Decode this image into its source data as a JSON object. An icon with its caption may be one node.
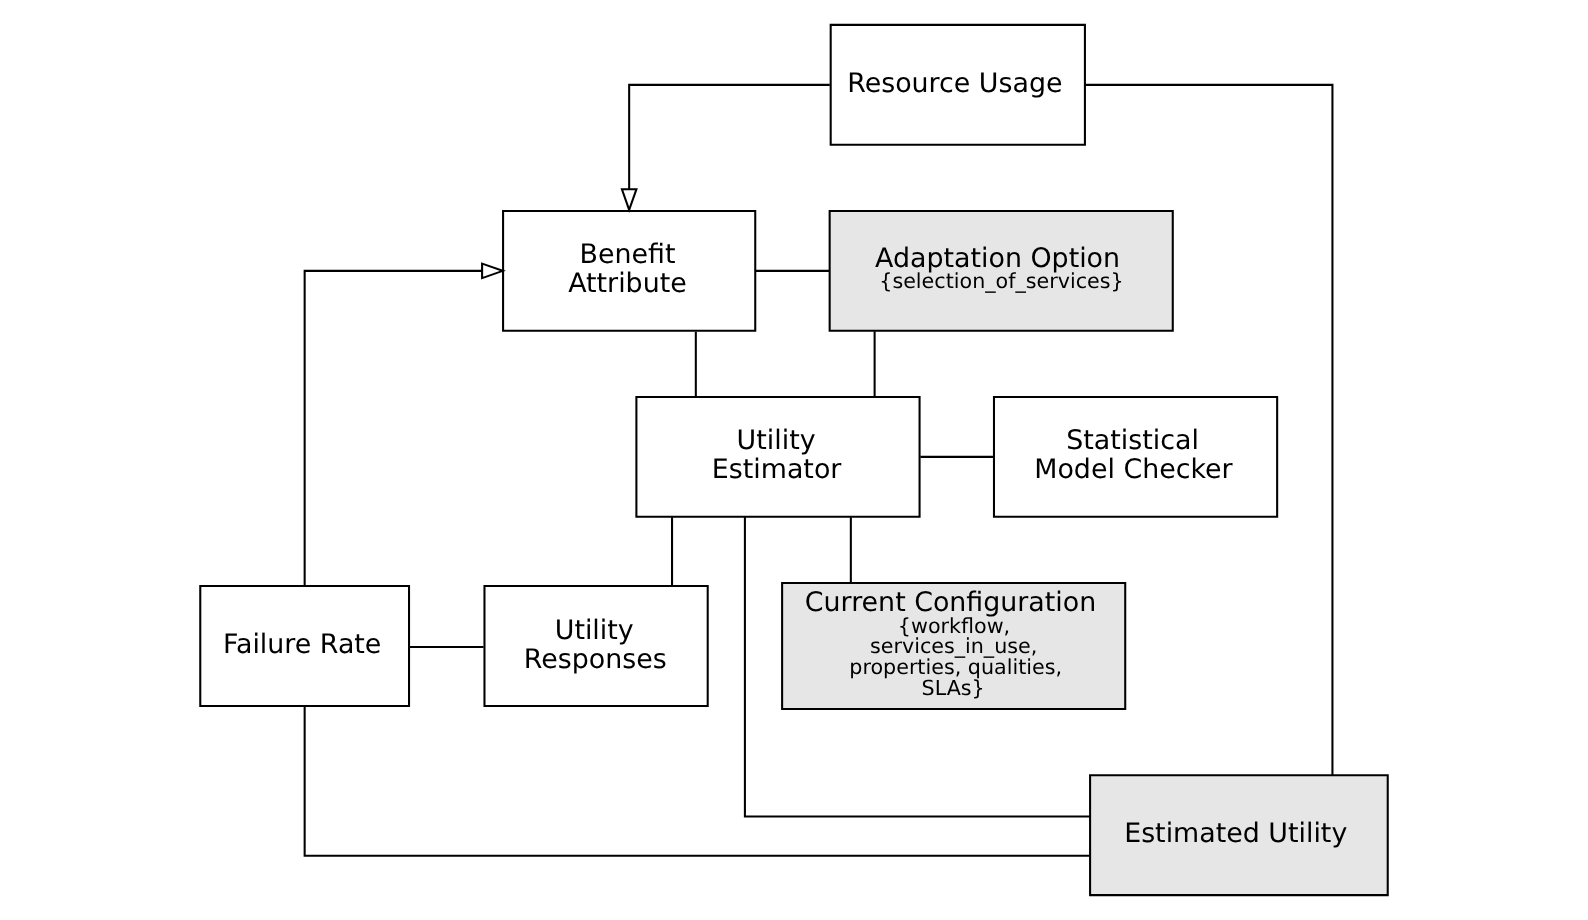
{
  "diagram": {
    "nodes": [
      {
        "text": [
          "Benefit Attribute"
        ]
      },
      {
        "text": [
          "Adaptation Option",
          "{selection_of_services}"
        ]
      },
      {
        "text": [
          "Utility Estimator"
        ]
      },
      {
        "text": [
          "Statistical Model Checker"
        ]
      },
      {
        "text": [
          "Failure Rate"
        ]
      },
      {
        "text": [
          "Utility Responses"
        ]
      },
      {
        "text": [
          "Current Configuration",
          "{workflow, services_in_use, properties, qualities, SLAs}"
        ]
      },
      {
        "text": [
          "Resource Usage"
        ]
      },
      {
        "text": [
          "Estimated Utility"
        ]
      }
    ],
    "edges": [
      {
        "from": 0,
        "to": 1,
        "arrow": "none"
      },
      {
        "from": 0,
        "to": 2,
        "arrow": "none"
      },
      {
        "from": 4,
        "to": 0,
        "arrow": "to"
      },
      {
        "from": 7,
        "to": 0,
        "arrow": "to"
      },
      {
        "from": 2,
        "to": 1,
        "arrow": "none"
      },
      {
        "from": 2,
        "to": 3,
        "arrow": "none"
      },
      {
        "from": 2,
        "to": 5,
        "arrow": "none"
      },
      {
        "from": 2,
        "to": 6,
        "arrow": "none"
      },
      {
        "from": 2,
        "to": 8,
        "arrow": "none"
      },
      {
        "from": 4,
        "to": 5,
        "arrow": "none"
      },
      {
        "from": 7,
        "to": 8,
        "arrow": "none"
      },
      {
        "from": 4,
        "to": 8,
        "arrow": "none"
      }
    ]
  }
}
